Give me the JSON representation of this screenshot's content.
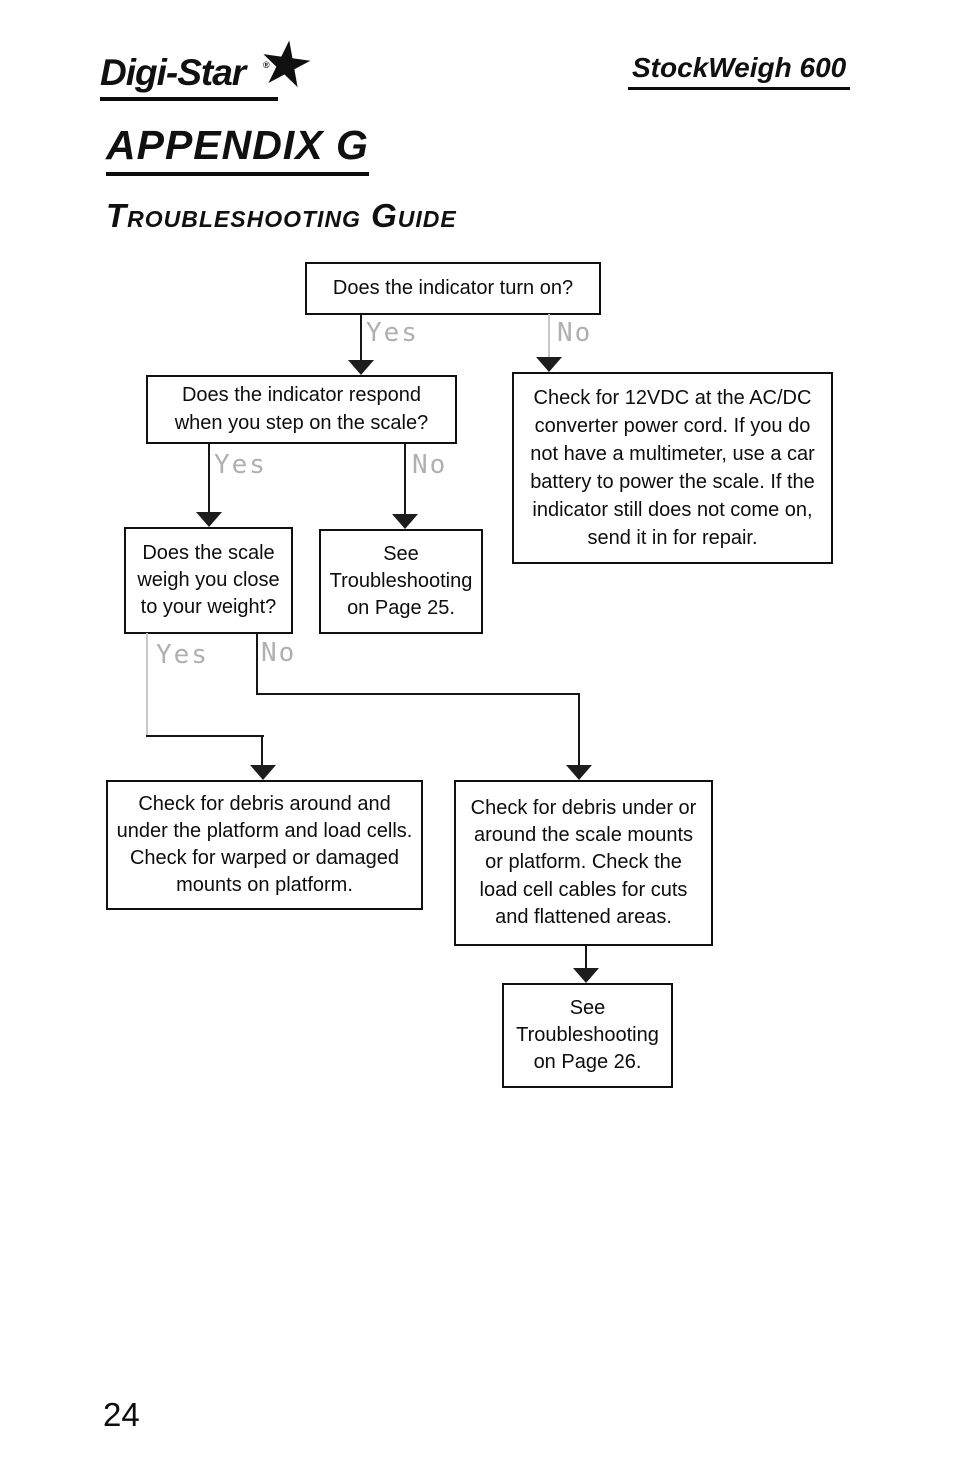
{
  "page": {
    "header": {
      "logo_text": "Digi-Star",
      "logo_registered": "®",
      "logo_star": "★",
      "product": "StockWeigh 600"
    },
    "headings": {
      "appendix": "APPENDIX G",
      "guide": "Troubleshooting Guide"
    },
    "flowchart": {
      "nodes": {
        "q1": "Does the indicator turn on?",
        "q2": "Does the indicator respond when you step on the scale?",
        "power": "Check for 12VDC at the  AC/DC converter power cord.  If you do not have a multimeter, use a car battery to power the scale. If the indicator still does not come on, send it in for repair.",
        "q3": "Does the scale weigh you close to your weight?",
        "see_page_25": "See Troubleshooting on Page 25.",
        "debris_platform": "Check for debris around and under the platform and load cells. Check for warped or damaged mounts on platform.",
        "debris_mounts": "Check for debris under or around the scale mounts or platform.  Check the load cell cables for cuts and flattened areas.",
        "see_page_26": "See Troubleshooting on Page 26."
      },
      "labels": {
        "yes": "Yes",
        "no": "No"
      }
    },
    "footer": {
      "page_number": "24"
    },
    "colors": {
      "ink": "#111111",
      "faint_line": "#c8c8c8",
      "label_gray": "#b0b0b0"
    }
  }
}
